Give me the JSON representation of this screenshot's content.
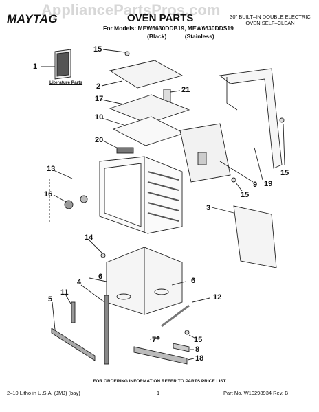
{
  "header": {
    "brand": "MAYTAG",
    "title": "OVEN PARTS",
    "models": "For Models: MEW6630DDB19, MEW6630DDS19",
    "variants": "(Black) (Stainless)",
    "description": "30\" BUILT–IN DOUBLE ELECTRIC OVEN SELF–CLEAN",
    "watermark": "AppliancePartsPros.com"
  },
  "diagram": {
    "literature_label": "Literature Parts",
    "callouts": [
      "1",
      "2",
      "3",
      "4",
      "5",
      "6",
      "6",
      "7",
      "8",
      "9",
      "10",
      "11",
      "12",
      "13",
      "14",
      "15",
      "15",
      "15",
      "15",
      "16",
      "17",
      "18",
      "19",
      "20",
      "21"
    ]
  },
  "footer": {
    "order_note": "FOR ORDERING INFORMATION REFER TO PARTS PRICE LIST",
    "left": "2–10 Litho in U.S.A. (JMJ) (bay)",
    "page": "1",
    "part_no": "Part No. W10298934 Rev. B"
  }
}
